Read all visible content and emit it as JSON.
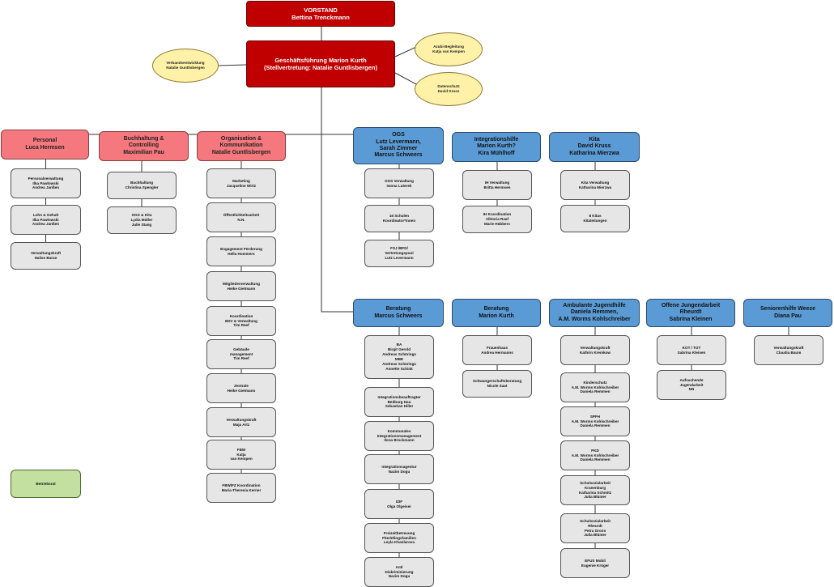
{
  "top": {
    "vorstand": [
      "VORSTAND",
      "Bettina Trenckmann"
    ],
    "gf": [
      "Geschäftsführung Marion Kurth",
      "(Stellvertretung: Natalie Guntlisbergen)"
    ]
  },
  "ovals": {
    "verband": [
      "Verbandsentwicklung",
      "Natalie Guntlisbergen"
    ],
    "azubi": [
      "Azubi-Begleitung",
      "Katja van Kempen"
    ],
    "daten": [
      "Datenschutz",
      "David Kruss"
    ]
  },
  "heads": {
    "personal": [
      "Personal",
      "Luca Hermsen"
    ],
    "buchhaltung": [
      "Buchhaltung &",
      "Controlling",
      "Maximilian Pau"
    ],
    "organisation": [
      "Organisation &",
      "Kommunikation",
      "Natalie Guntlisbergen"
    ],
    "ogs": [
      "OGS",
      "Lutz Levermann,",
      "Sarah Zimmer",
      "Marcus Schweers"
    ],
    "integration": [
      "Integrationshilfe",
      "Marion Kurth?",
      "Kira Mühlhoff"
    ],
    "kita": [
      "Kita",
      "David Kruss",
      "Katharina Mierzwa"
    ],
    "beratung1": [
      "Beratung",
      "Marcus Schweers"
    ],
    "beratung2": [
      "Beratung",
      "Marion Kurth"
    ],
    "ambulant": [
      "Ambulante Jugendhilfe",
      "Daniela Remmen,",
      "A.M. Worms Kohlschreiber"
    ],
    "offene": [
      "Offene Jungendarbeit",
      "Rheurdt",
      "Sabrina Kleinen"
    ],
    "senioren": [
      "Seniorenhilfe Weeze",
      "Diana Pau"
    ]
  },
  "units": {
    "personal": [
      [
        "Personalverwaltung",
        "Ilka Pawlowski",
        "Andrea Janßen"
      ],
      [
        "Lohn & Gehalt",
        "Ilka Pawlowski",
        "Andrea Janßen"
      ],
      [
        "Verwaltungskraft",
        "Halise Baran"
      ]
    ],
    "buchhaltung": [
      [
        "Buchhaltung",
        "Christina Spengler"
      ],
      [
        "OGS & Kita",
        "Lydia Müller",
        "Julie Stang"
      ]
    ],
    "organisation": [
      [
        "Marketing",
        "Jacqueline Wirtz"
      ],
      [
        "Öffentlichkeitsarbeit",
        "N.N."
      ],
      [
        "Engagement Förderung",
        "Hella Hommers"
      ],
      [
        "Mitgliederverwaltung",
        "Heike Gietmann"
      ],
      [
        "Koordination",
        "EDV & Verwaltung",
        "Tim Reef"
      ],
      [
        "Gebäude",
        "management",
        "Tim Reef"
      ],
      [
        "Zentrale",
        "Heike Gietmann"
      ],
      [
        "Verwaltungskraft",
        "Maja Artz"
      ],
      [
        "FBW",
        "Katja",
        "van Kempen"
      ],
      [
        "FBW/FZ Koordination",
        "Maria-Theresia Kerner"
      ]
    ],
    "ogs": [
      [
        "OGS Verwaltung",
        "Iwona Luterek"
      ],
      [
        "16 Schulen",
        "Koordinator*innen"
      ],
      [
        "FSJ /BFD/",
        "Vertretungspool",
        "Lutz Levermann"
      ]
    ],
    "integration": [
      [
        "IH Verwaltung",
        "Britta Hermsen"
      ],
      [
        "IH Koordination",
        "Viktoria Raaf",
        "Marie Hübbers"
      ]
    ],
    "kita": [
      [
        "Kita Verwaltung",
        "Katharina Mierzwa"
      ],
      [
        "8 Kitas",
        "Kitaleitungen"
      ]
    ],
    "beratung1": [
      [
        "BA",
        "Birgit Gerold",
        "Andreas Schärings",
        "MBE",
        "Andreas Schärings",
        "Annette Schink"
      ],
      [
        "Integrationsbeauftragter",
        "Bedburg Hau",
        "Sebastian Hiller"
      ],
      [
        "Kommunales",
        "Integrationsmanagement",
        "Ilona Brockmann"
      ],
      [
        "Integrationsagentur",
        "Nazim Dogu"
      ],
      [
        "IZIF",
        "Olga Olgeiser"
      ],
      [
        "Freizeitbetreuung",
        "Flüchtlingsfamilien",
        "Leyla Khanlarova"
      ],
      [
        "Anti",
        "Diskriminierung",
        "Nazim Dogu"
      ]
    ],
    "beratung2": [
      [
        "Frauenhaus",
        "Andrea Hermanns"
      ],
      [
        "Schwangerschaftsberatung",
        "Nicole Saat"
      ]
    ],
    "ambulant": [
      [
        "Verwaltungskraft",
        "Kathrin Kremkow"
      ],
      [
        "Kinderschutz",
        "A.M. Worms Kohlschreiber",
        "Daniela Remmen"
      ],
      [
        "SPFH",
        "A.M. Worms Kohlschreiber",
        "Daniela Remmen"
      ],
      [
        "PKD",
        "A.M. Worms Kohlschreiber",
        "Daniela Remmen"
      ],
      [
        "Schulsozialarbeit",
        "Kranenburg",
        "Katharina Schmitz",
        "Julia Blümer"
      ],
      [
        "Schulsozialarbeit",
        "Rheurdt",
        "Petra Groos",
        "Julia Blümer"
      ],
      [
        "EFUS Mobil",
        "Eugenie Krüger"
      ]
    ],
    "offene": [
      [
        "KOT / TOT",
        "Sabrina Kleinen"
      ],
      [
        "Aufsuchende",
        "Jugendarbeit",
        "NN"
      ]
    ],
    "senioren": [
      [
        "Verwaltungskraft",
        "Claudia Baum"
      ]
    ]
  },
  "betriebsrat": [
    "Betriebsrat"
  ],
  "colors": {
    "red": "#c00000",
    "pink": "#f4787d",
    "blue": "#5b9bd5",
    "grey": "#e6e6e6",
    "yellow": "#fff2a8",
    "green": "#c4e0a0"
  }
}
